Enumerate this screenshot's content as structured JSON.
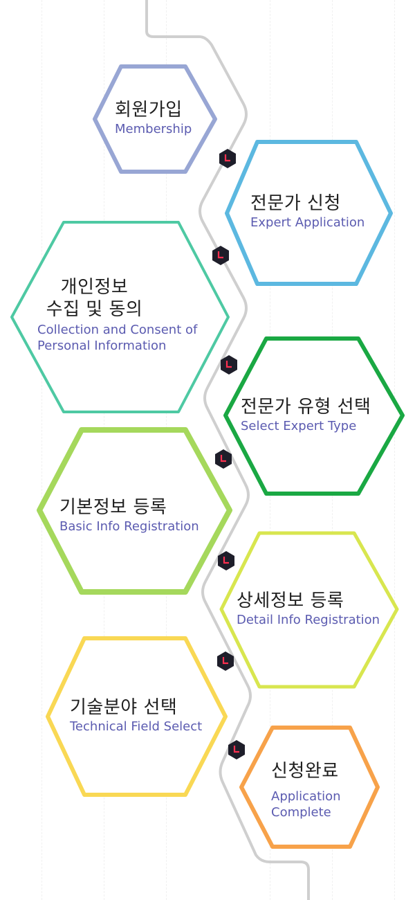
{
  "steps": [
    {
      "ko": "회원가입",
      "en": "Membership",
      "color": "#98a6d4"
    },
    {
      "ko": "전문가 신청",
      "en": "Expert Application",
      "color": "#5cb8e0"
    },
    {
      "ko": "개인정보\n수집 및 동의",
      "en": "Collection and Consent of\nPersonal Information",
      "color": "#4ec9a3"
    },
    {
      "ko": "전문가 유형 선택",
      "en": "Select Expert Type",
      "color": "#1aa843"
    },
    {
      "ko": "기본정보 등록",
      "en": "Basic Info Registration",
      "color": "#a5d85c"
    },
    {
      "ko": "상세정보 등록",
      "en": "Detail Info Registration",
      "color": "#d8e64f"
    },
    {
      "ko": "기술분야 선택",
      "en": "Technical Field Select",
      "color": "#f9d854"
    },
    {
      "ko": "신청완료",
      "en": "Application\nComplete",
      "color": "#f7a24a"
    }
  ],
  "colors": {
    "path": "#cfcfcf",
    "marker_fill": "#1e1e2a",
    "marker_arrow": "#ff3050",
    "english_text": "#5b5bb0"
  },
  "icons": {
    "connector": "clock-arrow-icon"
  }
}
